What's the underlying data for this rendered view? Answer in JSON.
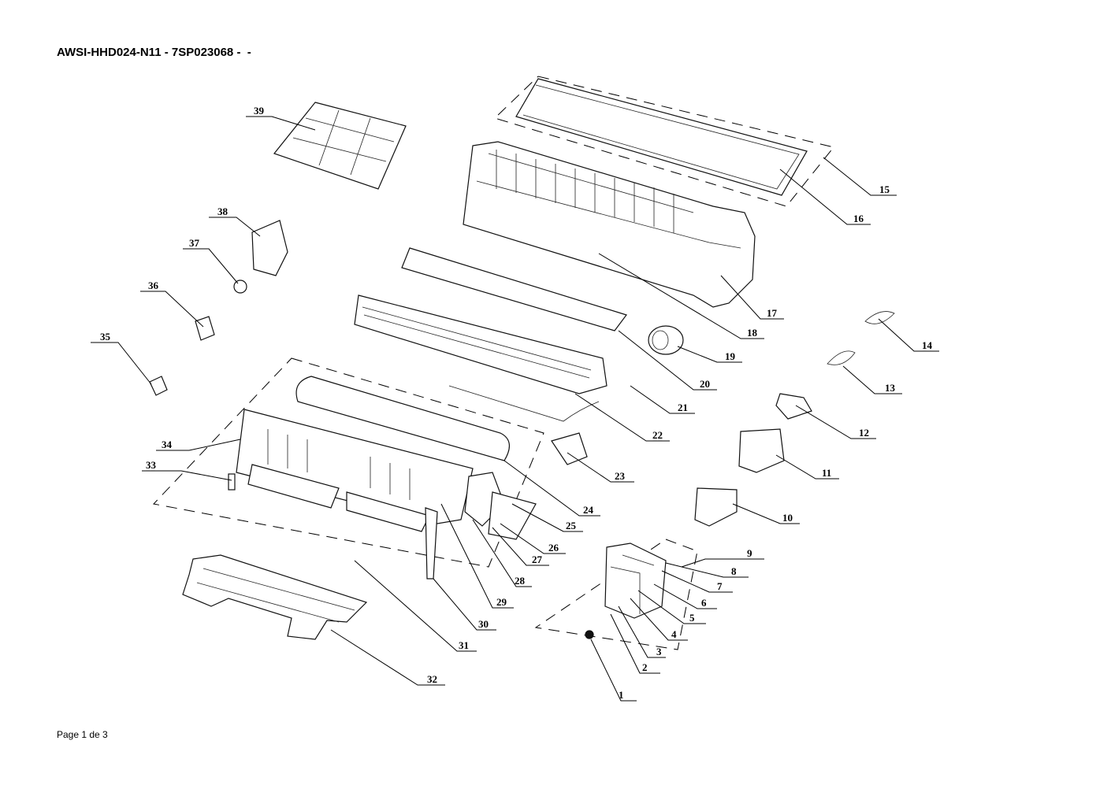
{
  "document": {
    "title": "AWSI-HHD024-N11 - 7SP023068 -  -",
    "footer": "Page 1 de 3"
  },
  "callouts": [
    "1",
    "2",
    "3",
    "4",
    "5",
    "6",
    "7",
    "8",
    "9",
    "10",
    "11",
    "12",
    "13",
    "14",
    "15",
    "16",
    "17",
    "18",
    "19",
    "20",
    "21",
    "22",
    "23",
    "24",
    "25",
    "26",
    "27",
    "28",
    "29",
    "30",
    "31",
    "32",
    "33",
    "34",
    "35",
    "36",
    "37",
    "38",
    "39"
  ]
}
